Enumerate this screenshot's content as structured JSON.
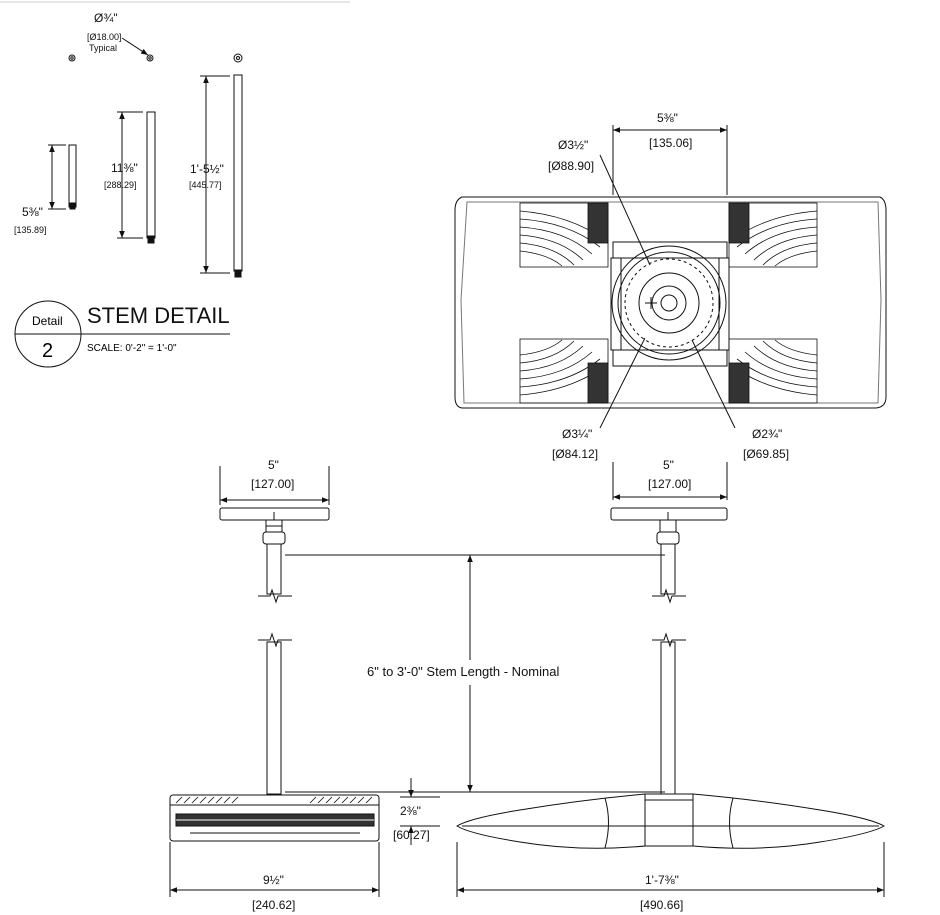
{
  "detail": {
    "label": "Detail",
    "number": "2",
    "title": "STEM DETAIL",
    "scale": "SCALE: 0'-2\" = 1'-0\""
  },
  "stem_detail": {
    "hole_frac": "Ø¾\"",
    "hole_metric": "[Ø18.00]",
    "hole_note": "Typical",
    "stem1_frac": "5⅜\"",
    "stem1_metric": "[135.89]",
    "stem2_frac": "11⅜\"",
    "stem2_metric": "[288.29]",
    "stem3_frac": "1'-5½\"",
    "stem3_metric": "[445.77]"
  },
  "top_view": {
    "width_frac": "5⅜\"",
    "width_metric": "[135.06]",
    "d1_frac": "Ø3½\"",
    "d1_metric": "[Ø88.90]",
    "d2_frac": "Ø3¼\"",
    "d2_metric": "[Ø84.12]",
    "d3_frac": "Ø2¾\"",
    "d3_metric": "[Ø69.85]",
    "canopy_frac": "5\"",
    "canopy_metric": "[127.00]"
  },
  "side_view": {
    "canopy_frac": "5\"",
    "canopy_metric": "[127.00]",
    "stem_length": "6\" to 3'-0\" Stem Length - Nominal",
    "height_frac": "2⅜\"",
    "height_metric": "[60.27]",
    "left_width_frac": "9½\"",
    "left_width_metric": "[240.62]",
    "right_width_frac": "1'-7⅜\"",
    "right_width_metric": "[490.66]"
  }
}
